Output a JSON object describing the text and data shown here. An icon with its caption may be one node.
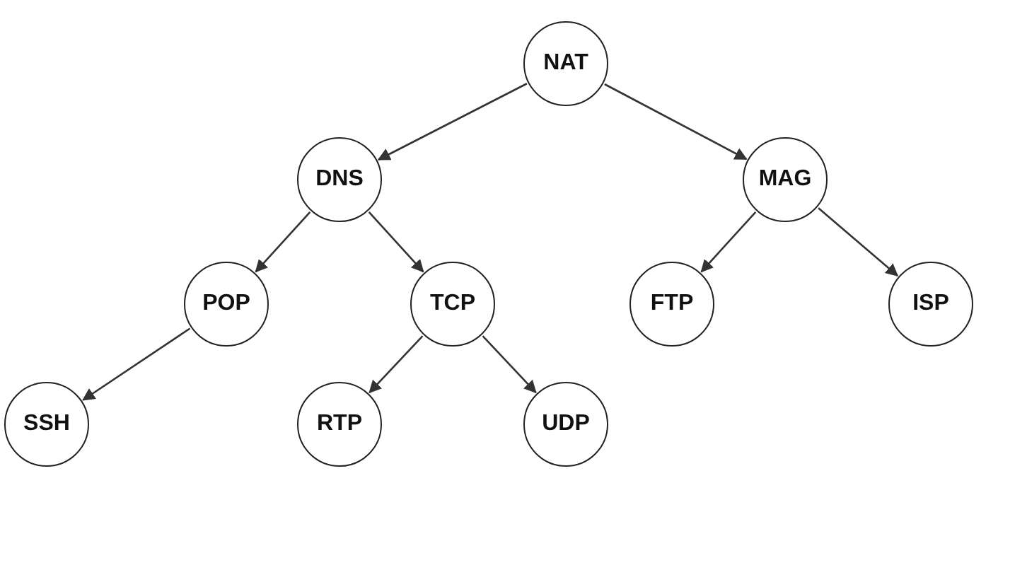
{
  "diagram": {
    "nodes": [
      {
        "text": [
          "NAT"
        ]
      },
      {
        "text": [
          "DNS"
        ]
      },
      {
        "text": [
          "MAG"
        ]
      },
      {
        "text": [
          "POP"
        ]
      },
      {
        "text": [
          "TCP"
        ]
      },
      {
        "text": [
          "FTP"
        ]
      },
      {
        "text": [
          "ISP"
        ]
      },
      {
        "text": [
          "SSH"
        ]
      },
      {
        "text": [
          "RTP"
        ]
      },
      {
        "text": [
          "UDP"
        ]
      }
    ],
    "edges": [
      {
        "from": 0,
        "to": 1,
        "arrow": "to"
      },
      {
        "from": 0,
        "to": 2,
        "arrow": "to"
      },
      {
        "from": 1,
        "to": 3,
        "arrow": "to"
      },
      {
        "from": 1,
        "to": 4,
        "arrow": "to"
      },
      {
        "from": 2,
        "to": 5,
        "arrow": "to"
      },
      {
        "from": 2,
        "to": 6,
        "arrow": "to"
      },
      {
        "from": 3,
        "to": 7,
        "arrow": "to"
      },
      {
        "from": 4,
        "to": 8,
        "arrow": "to"
      },
      {
        "from": 4,
        "to": 9,
        "arrow": "to"
      }
    ]
  }
}
